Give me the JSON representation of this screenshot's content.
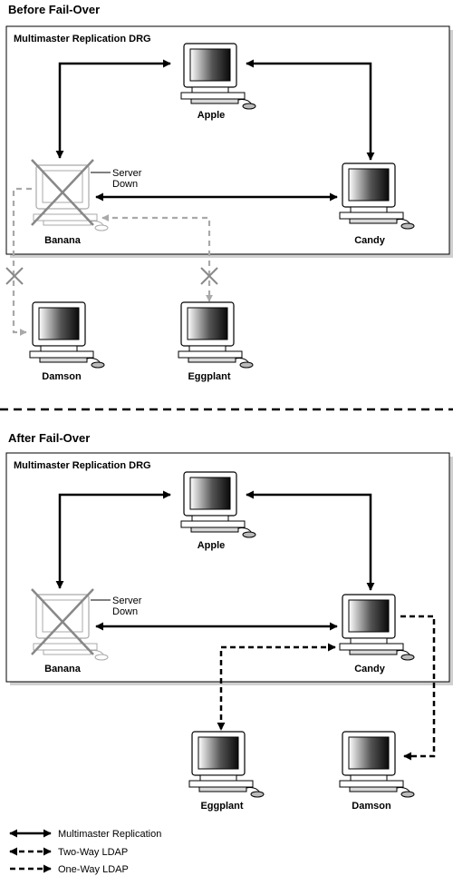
{
  "sections": [
    {
      "title": "Before Fail-Over",
      "group_label": "Multimaster Replication DRG",
      "server_down_line1": "Server",
      "server_down_line2": "Down",
      "nodes": {
        "apple": "Apple",
        "banana": "Banana",
        "candy": "Candy",
        "damson": "Damson",
        "eggplant": "Eggplant"
      }
    },
    {
      "title": "After Fail-Over",
      "group_label": "Multimaster Replication DRG",
      "server_down_line1": "Server",
      "server_down_line2": "Down",
      "nodes": {
        "apple": "Apple",
        "banana": "Banana",
        "candy": "Candy",
        "eggplant": "Eggplant",
        "damson": "Damson"
      }
    }
  ],
  "legend": [
    {
      "label": "Multimaster Replication",
      "style": "solid-two-way"
    },
    {
      "label": "Two-Way LDAP",
      "style": "dashed-two-way"
    },
    {
      "label": "One-Way LDAP",
      "style": "dashed-one-way"
    }
  ],
  "colors": {
    "line": "#000000",
    "failed": "#a9a9a9",
    "box_shadow": "#d0d0d0",
    "screen_dark": "#111111",
    "screen_light": "#ffffff"
  }
}
